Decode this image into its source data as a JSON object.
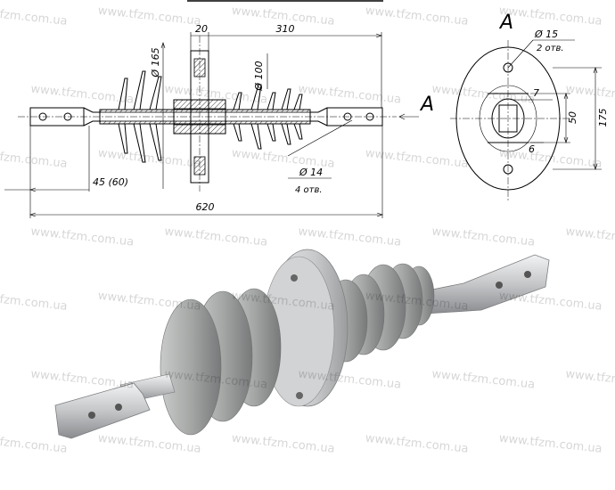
{
  "drawing": {
    "dimensions": {
      "d165": "Ø 165",
      "d20": "20",
      "d310": "310",
      "d100": "Ø 100",
      "d14": "Ø 14",
      "d14_note": "4 отв.",
      "d45": "45 (60)",
      "d620": "620"
    },
    "section_label_left": "A",
    "view_label": "A",
    "view_dimensions": {
      "d15": "Ø 15",
      "d15_note": "2 отв.",
      "d7": "7",
      "d6": "6",
      "d50": "50",
      "d175": "175"
    }
  },
  "watermark": "www.tfzm.com.ua",
  "colors": {
    "line": "#000000",
    "metal_light": "#d9dadb",
    "metal_dark": "#8e9093",
    "rubber": "#a8aaa8",
    "rubber_dark": "#6e706f"
  }
}
